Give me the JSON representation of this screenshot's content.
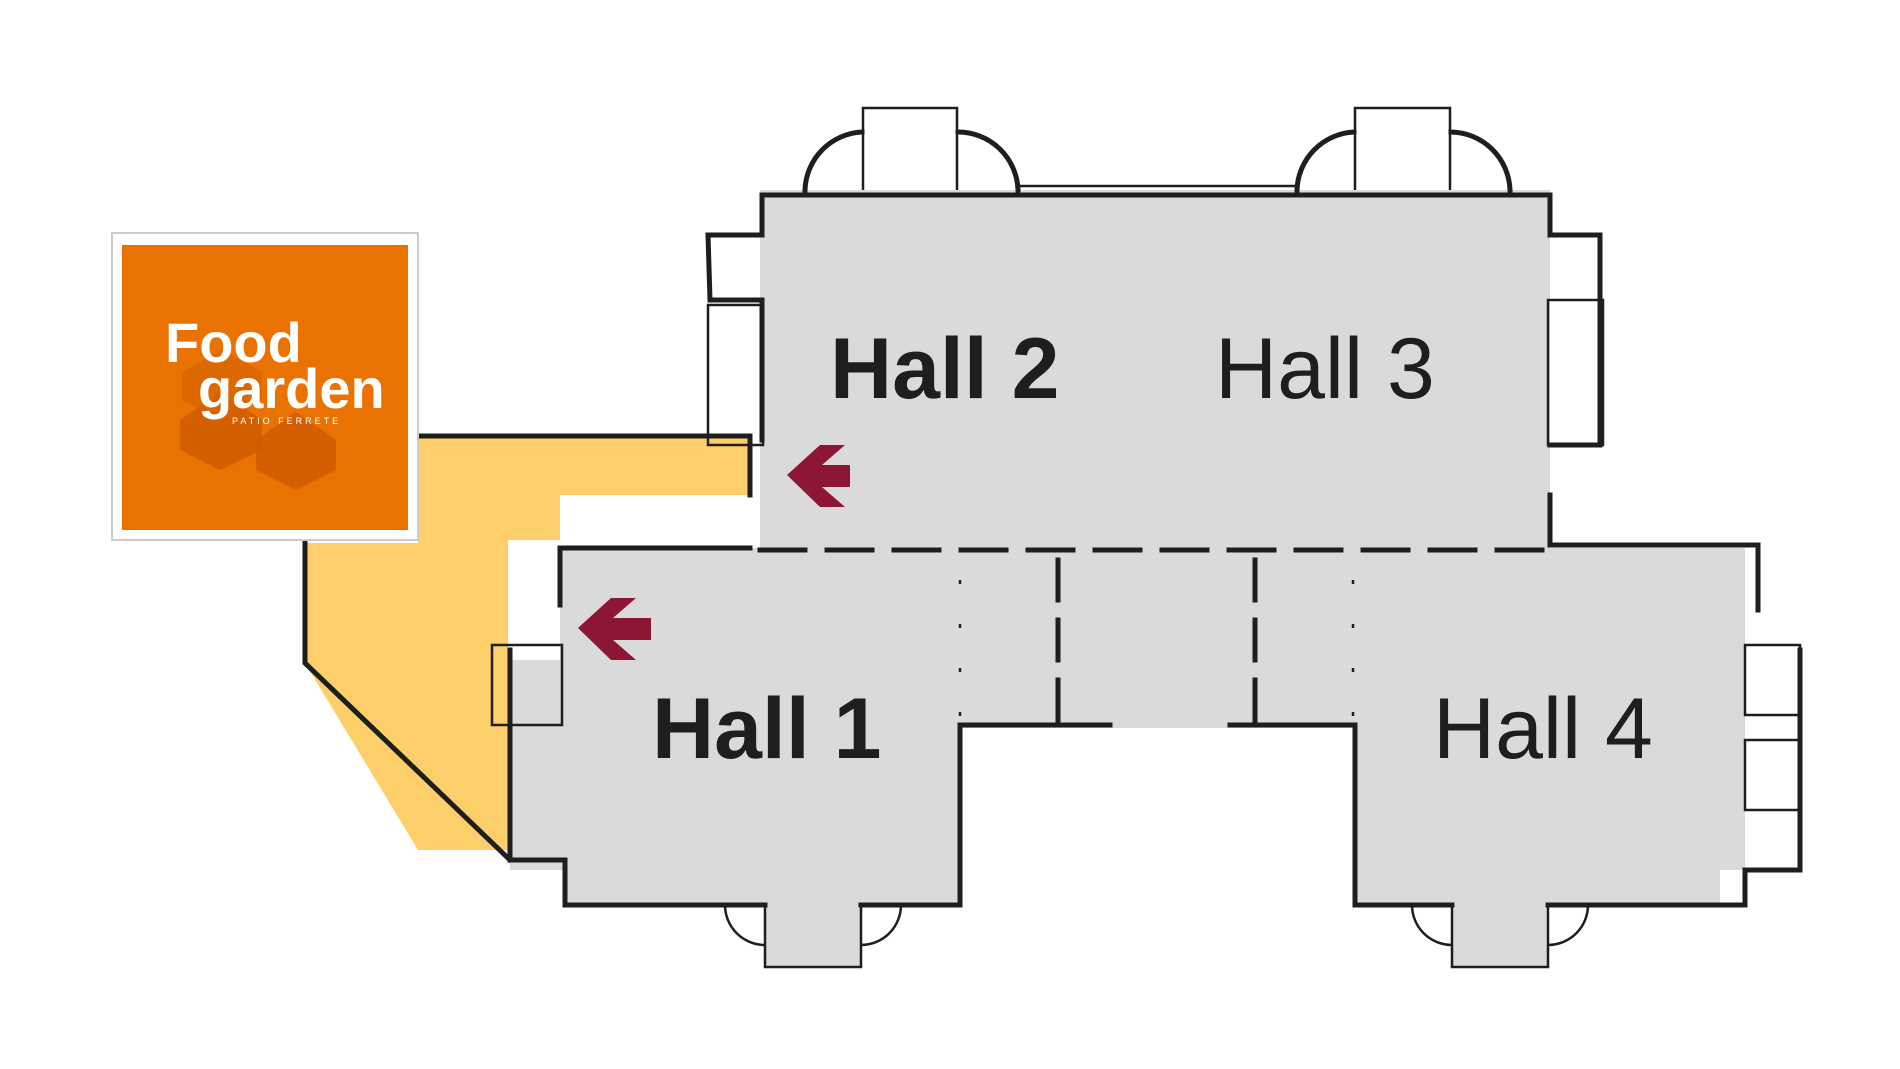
{
  "halls": [
    {
      "label": "Hall 1",
      "weight": "bold"
    },
    {
      "label": "Hall 2",
      "weight": "bold"
    },
    {
      "label": "Hall 3",
      "weight": "light"
    },
    {
      "label": "Hall 4",
      "weight": "light"
    }
  ],
  "logo": {
    "line1": "Food",
    "line2": "garden",
    "subline": "PATIO FERRETE"
  },
  "colors": {
    "hall_fill": "#dadada",
    "food_area_fill": "#fdcf6b",
    "arrow": "#8c1633",
    "logo_bg": "#e97200",
    "walls": "#1e1e1e"
  },
  "icons": [
    "arrow-left-icon",
    "arrow-left-icon"
  ]
}
